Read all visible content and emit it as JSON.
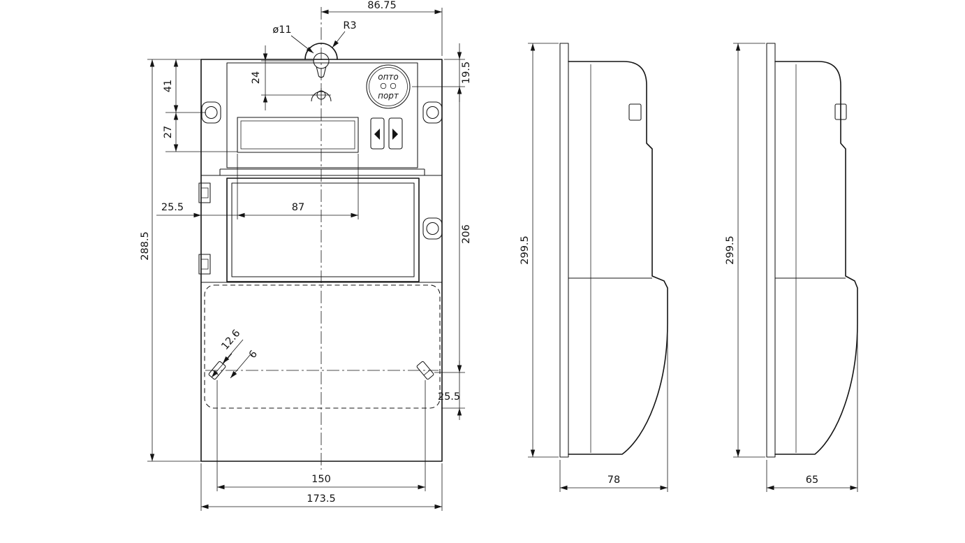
{
  "page": {
    "background": "#ffffff",
    "line_color": "#141414"
  },
  "front_view": {
    "opto_port_label_1": "опто",
    "opto_port_label_2": "порт"
  },
  "dimensions": {
    "front": {
      "mount_offset": "86.75",
      "slot_radius": "R3",
      "hole_dia": "ø11",
      "hole_gap": "24",
      "top_to_ear": "41",
      "ear_to_window": "27",
      "top_to_opto": "19.5",
      "edge_to_window": "25.5",
      "window_width": "87",
      "opto_to_screw": "206",
      "total_height": "288.5",
      "screw_len": "12.6",
      "screw_dia": "6",
      "screw_to_bottom": "25.5",
      "screw_span": "150",
      "total_width": "173.5"
    },
    "side_78": {
      "height": "299.5",
      "depth": "78"
    },
    "side_65": {
      "height": "299.5",
      "depth": "65"
    }
  }
}
